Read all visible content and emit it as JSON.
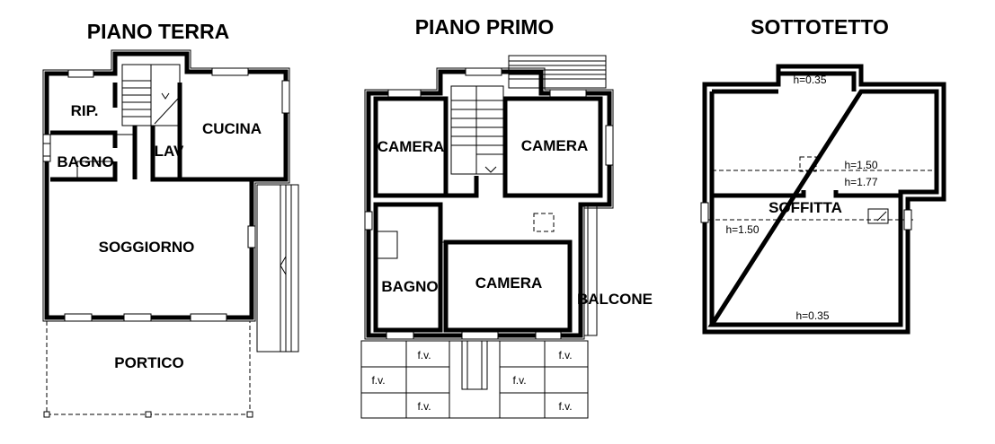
{
  "plans": {
    "ground": {
      "title": "PIANO TERRA",
      "rooms": {
        "rip": "RIP.",
        "bagno": "BAGNO",
        "lav": "LAV",
        "cucina": "CUCINA",
        "soggiorno": "SOGGIORNO",
        "portico": "PORTICO"
      }
    },
    "first": {
      "title": "PIANO PRIMO",
      "rooms": {
        "camera_left": "CAMERA",
        "camera_right": "CAMERA",
        "bagno": "BAGNO",
        "camera_bottom": "CAMERA",
        "balcone": "BALCONE"
      },
      "fv": "f.v."
    },
    "attic": {
      "title": "SOTTOTETTO",
      "rooms": {
        "soffitta": "SOFFITTA"
      },
      "heights": {
        "top": "h=0.35",
        "mid1": "h=1.50",
        "mid2": "h=1.77",
        "left": "h=1.50",
        "bottom": "h=0.35"
      }
    }
  }
}
